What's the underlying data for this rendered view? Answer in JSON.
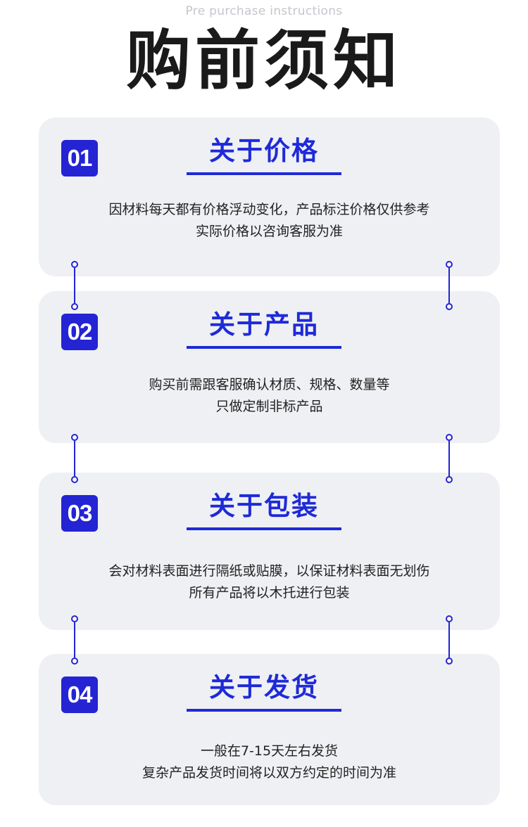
{
  "header": {
    "subtitle": "Pre purchase instructions",
    "title": "购前须知"
  },
  "cards": [
    {
      "number": "01",
      "title": "关于价格",
      "lines": [
        "因材料每天都有价格浮动变化，产品标注价格仅供参考",
        "实际价格以咨询客服为准"
      ]
    },
    {
      "number": "02",
      "title": "关于产品",
      "lines": [
        "购买前需跟客服确认材质、规格、数量等",
        "只做定制非标产品"
      ]
    },
    {
      "number": "03",
      "title": "关于包装",
      "lines": [
        "会对材料表面进行隔纸或贴膜，以保证材料表面无划伤",
        "所有产品将以木托进行包装"
      ]
    },
    {
      "number": "04",
      "title": "关于发货",
      "lines": [
        "一般在7-15天左右发货",
        "复杂产品发货时间将以双方约定的时间为准"
      ]
    }
  ],
  "colors": {
    "accent": "#2424d4",
    "title_blue": "#1e2ad8",
    "card_bg": "#eff0f3"
  }
}
